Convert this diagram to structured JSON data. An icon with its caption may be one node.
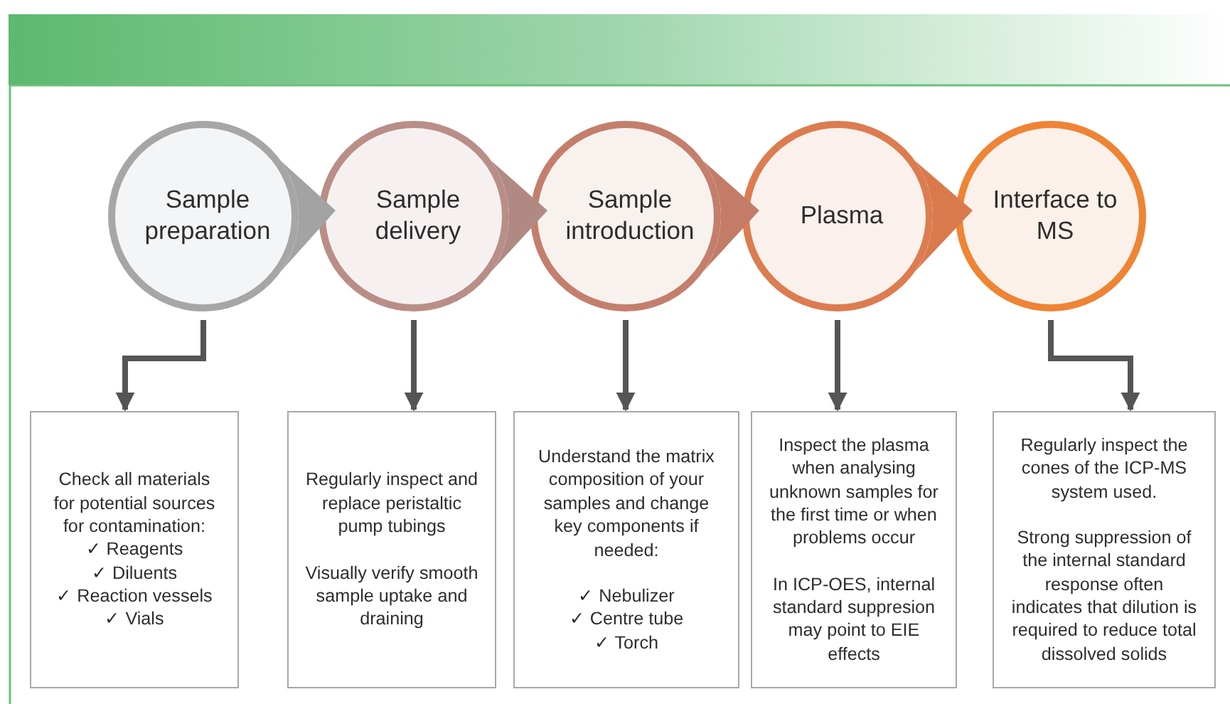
{
  "diagram": {
    "nodes": [
      {
        "text": [
          "Sample preparation"
        ]
      },
      {
        "text": [
          "Sample delivery"
        ]
      },
      {
        "text": [
          "Sample introduction"
        ]
      },
      {
        "text": [
          "Plasma"
        ]
      },
      {
        "text": [
          "Interface to MS"
        ]
      },
      {
        "text": [
          "Check all materials for potential sources for contamination:",
          "✓ Reagents",
          "✓ Diluents",
          "✓ Reaction vessels",
          "✓ Vials"
        ]
      },
      {
        "text": [
          "Regularly inspect and replace peristaltic pump tubings",
          "Visually verify smooth sample uptake and draining"
        ]
      },
      {
        "text": [
          "Understand the matrix composition of your samples and change key components if needed:",
          "✓ Nebulizer",
          "✓ Centre tube",
          "✓ Torch"
        ]
      },
      {
        "text": [
          "Inspect the plasma when analysing unknown samples for the first time or when problems occur",
          "In ICP-OES, internal standard suppresion may point to EIE effects"
        ]
      },
      {
        "text": [
          "Regularly inspect the cones of the ICP-MS system used.",
          "Strong suppression of the internal standard response often indicates that dilution is required to reduce total dissolved solids"
        ]
      }
    ],
    "edges": [
      {
        "from": 0,
        "to": 1,
        "arrow": "to",
        "color": "#a3a3a3"
      },
      {
        "from": 1,
        "to": 2,
        "arrow": "to",
        "color": "#b08a82"
      },
      {
        "from": 2,
        "to": 3,
        "arrow": "to",
        "color": "#c27c68"
      },
      {
        "from": 3,
        "to": 4,
        "arrow": "to",
        "color": "#d97a4c"
      },
      {
        "from": 0,
        "to": 5,
        "arrow": "to"
      },
      {
        "from": 1,
        "to": 6,
        "arrow": "to"
      },
      {
        "from": 2,
        "to": 7,
        "arrow": "to"
      },
      {
        "from": 3,
        "to": 8,
        "arrow": "to"
      },
      {
        "from": 4,
        "to": 9,
        "arrow": "to"
      }
    ]
  }
}
